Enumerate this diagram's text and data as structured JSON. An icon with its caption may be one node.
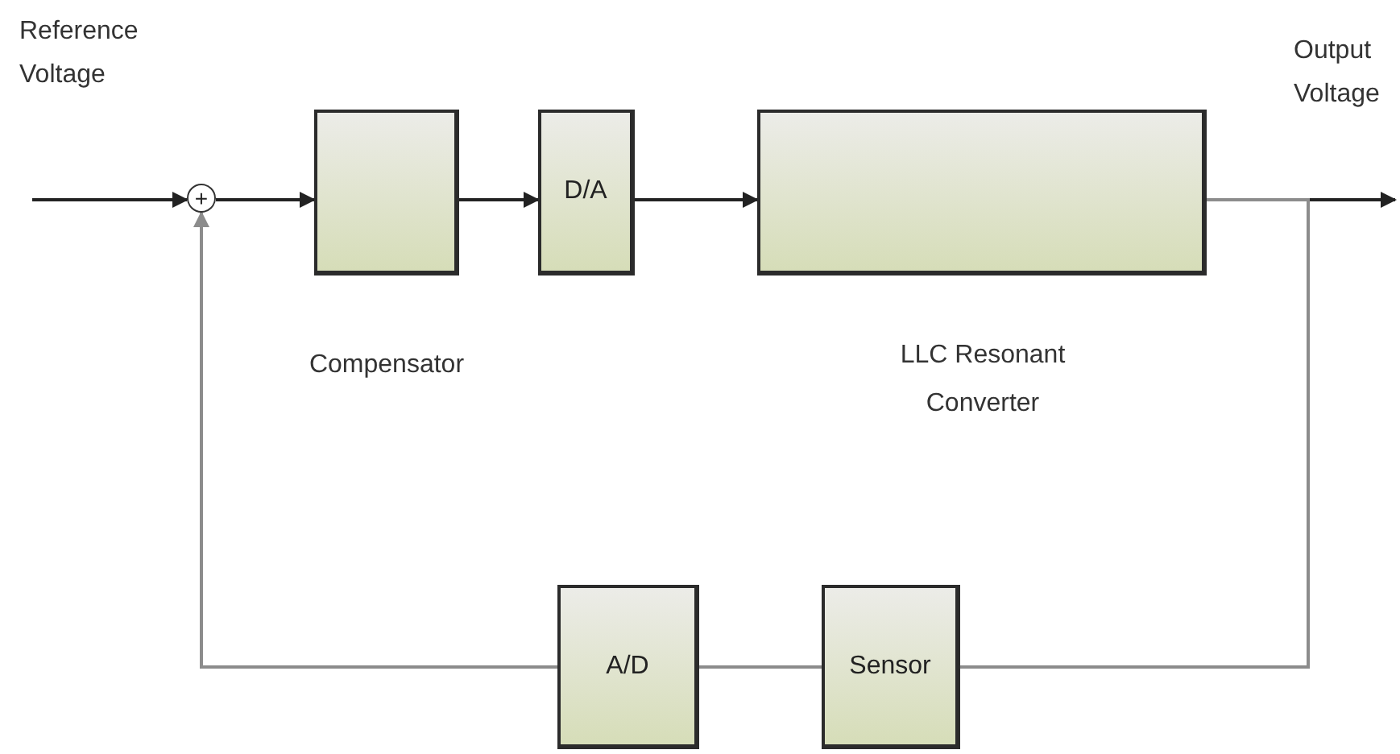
{
  "diagram": {
    "nodes": [
      {
        "text": [
          "+"
        ]
      },
      {
        "text": [
          "Compensator"
        ]
      },
      {
        "text": [
          "D/A"
        ]
      },
      {
        "text": [
          "LLC Resonant Converter"
        ]
      },
      {
        "text": [
          "A/D"
        ]
      },
      {
        "text": [
          "Sensor"
        ]
      }
    ],
    "edges": [
      {
        "from": null,
        "to": 0,
        "arrow": "to"
      },
      {
        "from": 0,
        "to": 1,
        "arrow": "to"
      },
      {
        "from": 1,
        "to": 2,
        "arrow": "to"
      },
      {
        "from": 2,
        "to": 3,
        "arrow": "to"
      },
      {
        "from": 3,
        "to": null,
        "arrow": "to"
      },
      {
        "from": 3,
        "to": 5,
        "arrow": "none",
        "color": "#8c8c8c"
      },
      {
        "from": 5,
        "to": 4,
        "arrow": "none",
        "color": "#8c8c8c"
      },
      {
        "from": 4,
        "to": 0,
        "arrow": "to",
        "color": "#8c8c8c"
      }
    ],
    "labels": [
      "Reference Voltage",
      "Output Voltage"
    ]
  }
}
